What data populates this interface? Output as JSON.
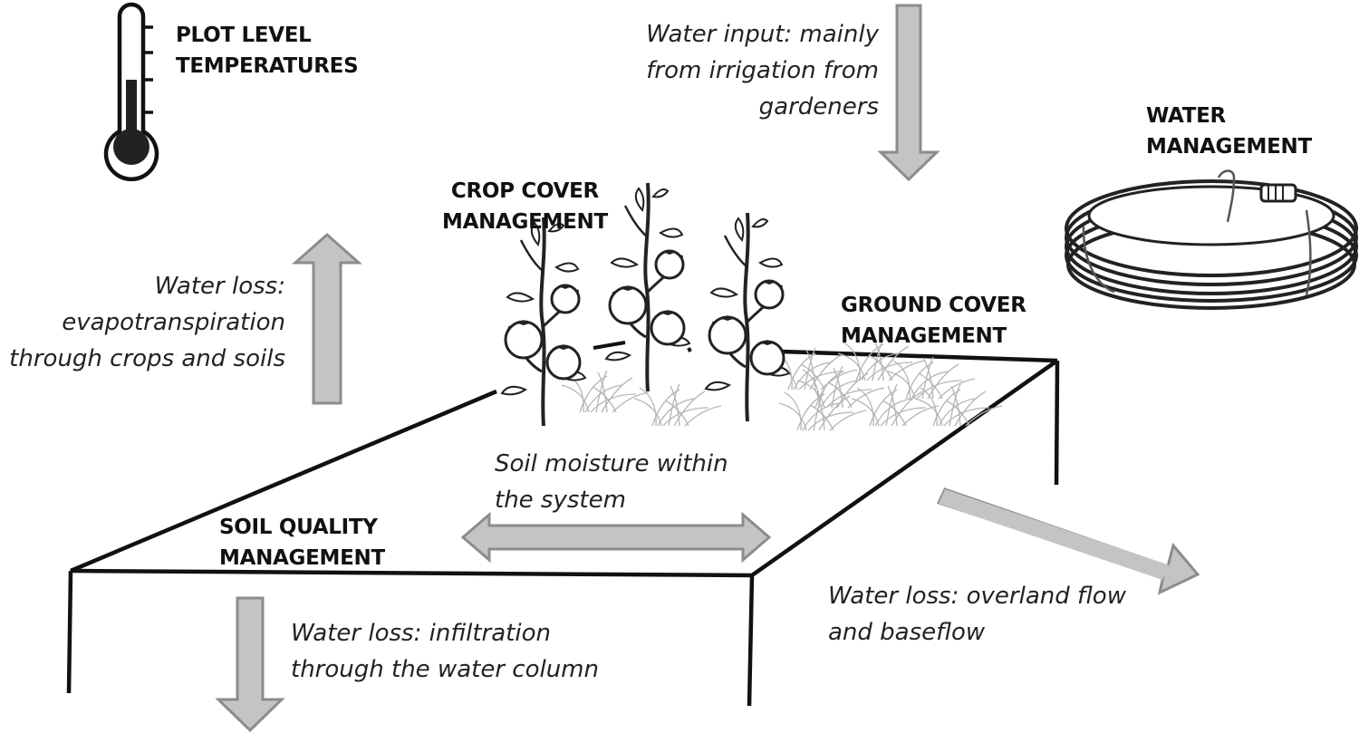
{
  "headings": {
    "plot_temperatures": [
      "PLOT LEVEL",
      "TEMPERATURES"
    ],
    "water_management": [
      "WATER",
      "MANAGEMENT"
    ],
    "crop_cover": [
      "CROP COVER",
      "MANAGEMENT"
    ],
    "ground_cover": [
      "GROUND COVER",
      "MANAGEMENT"
    ],
    "soil_quality": [
      "SOIL QUALITY",
      "MANAGEMENT"
    ]
  },
  "flows": {
    "water_input": [
      "Water input: mainly",
      "from irrigation from",
      "gardeners"
    ],
    "evapotranspiration": [
      "Water loss:",
      "evapotranspiration",
      "through crops and soils"
    ],
    "soil_moisture": [
      "Soil moisture within",
      "the system"
    ],
    "overland_flow": [
      "Water loss: overland flow",
      "and baseflow"
    ],
    "infiltration": [
      "Water loss: infiltration",
      "through the water column"
    ]
  },
  "colors": {
    "arrow_fill": "#c4c4c4",
    "arrow_stroke": "#8c8c8c",
    "line": "#111111",
    "text": "#222222"
  },
  "icons": [
    "thermometer-icon",
    "garden-hose-icon",
    "tomato-plant-icon",
    "grass-mulch-icon"
  ]
}
